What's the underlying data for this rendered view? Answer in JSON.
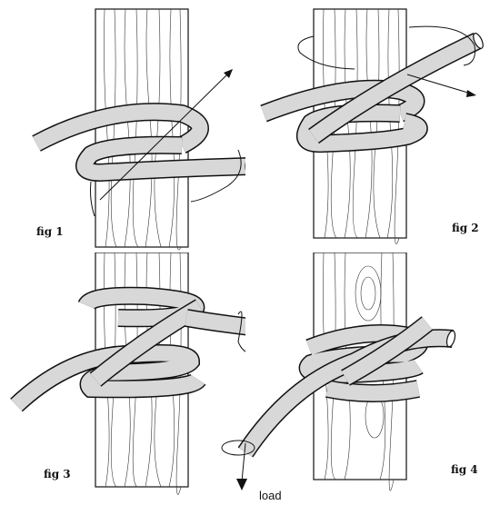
{
  "figures": [
    {
      "id": "fig1",
      "label": "fig 1"
    },
    {
      "id": "fig2",
      "label": "fig 2"
    },
    {
      "id": "fig3",
      "label": "fig 3"
    },
    {
      "id": "fig4",
      "label": "fig 4"
    }
  ],
  "load_label": "load",
  "colors": {
    "ink": "#111111",
    "rope_fill": "#d8d8d8",
    "wood_fill": "#ffffff",
    "background": "#ffffff"
  }
}
